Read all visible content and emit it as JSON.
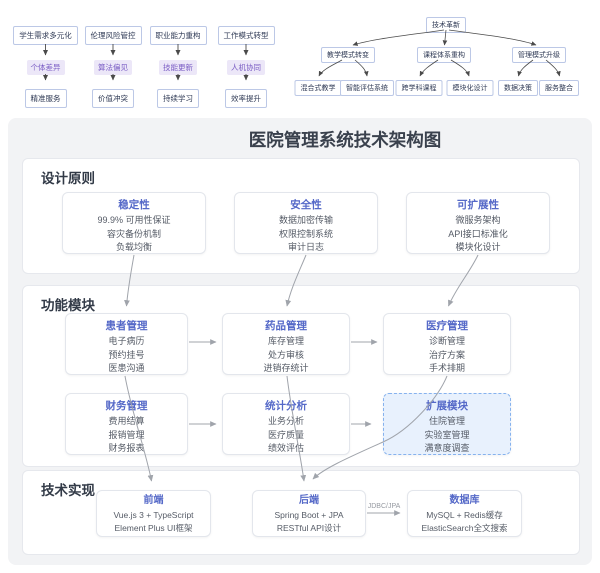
{
  "colors": {
    "accent_blue": "#5569c8",
    "purple": "#7b5ec5",
    "purple_bg": "#ece7f8",
    "node_border": "#bcc8e6",
    "panel_bg": "#f2f3f5",
    "gray_arrow": "#a0a4ab",
    "dark_arrow": "#4a4a4a",
    "extension_border": "#86b2ee",
    "extension_bg": "#e8f1fd"
  },
  "top_flows": [
    {
      "source": "学生需求多元化",
      "factor": "个体差异",
      "result": "精准服务"
    },
    {
      "source": "伦理风险管控",
      "factor": "算法偏见",
      "result": "价值冲突"
    },
    {
      "source": "职业能力重构",
      "factor": "技能更新",
      "result": "持续学习"
    },
    {
      "source": "工作模式转型",
      "factor": "人机协同",
      "result": "效率提升"
    }
  ],
  "tech_tree": {
    "root": "技术革新",
    "branches": [
      {
        "label": "教学模式转变",
        "children": [
          "混合式教学",
          "智能评估系统"
        ]
      },
      {
        "label": "课程体系重构",
        "children": [
          "跨学科课程",
          "模块化设计"
        ]
      },
      {
        "label": "管理模式升级",
        "children": [
          "数据决策",
          "服务整合"
        ]
      }
    ]
  },
  "diagram": {
    "title": "医院管理系统技术架构图",
    "design_principles": {
      "label": "设计原则",
      "cards": [
        {
          "title": "稳定性",
          "items": [
            "99.9% 可用性保证",
            "容灾备份机制",
            "负载均衡"
          ]
        },
        {
          "title": "安全性",
          "items": [
            "数据加密传输",
            "权限控制系统",
            "审计日志"
          ]
        },
        {
          "title": "可扩展性",
          "items": [
            "微服务架构",
            "API接口标准化",
            "模块化设计"
          ]
        }
      ]
    },
    "function_modules": {
      "label": "功能模块",
      "rows": [
        [
          {
            "title": "患者管理",
            "items": [
              "电子病历",
              "预约挂号",
              "医患沟通"
            ]
          },
          {
            "title": "药品管理",
            "items": [
              "库存管理",
              "处方审核",
              "进销存统计"
            ]
          },
          {
            "title": "医疗管理",
            "items": [
              "诊断管理",
              "治疗方案",
              "手术排期"
            ]
          }
        ],
        [
          {
            "title": "财务管理",
            "items": [
              "费用结算",
              "报销管理",
              "财务报表"
            ]
          },
          {
            "title": "统计分析",
            "items": [
              "业务分析",
              "医疗质量",
              "绩效评估"
            ]
          },
          {
            "title": "扩展模块",
            "items": [
              "住院管理",
              "实验室管理",
              "满意度调查"
            ]
          }
        ]
      ]
    },
    "tech_impl": {
      "label": "技术实现",
      "link_label": "JDBC/JPA",
      "cards": [
        {
          "title": "前端",
          "items": [
            "Vue.js 3 + TypeScript",
            "Element Plus UI框架"
          ]
        },
        {
          "title": "后端",
          "items": [
            "Spring Boot + JPA",
            "RESTful API设计"
          ]
        },
        {
          "title": "数据库",
          "items": [
            "MySQL + Redis缓存",
            "ElasticSearch全文搜索"
          ]
        }
      ]
    }
  }
}
